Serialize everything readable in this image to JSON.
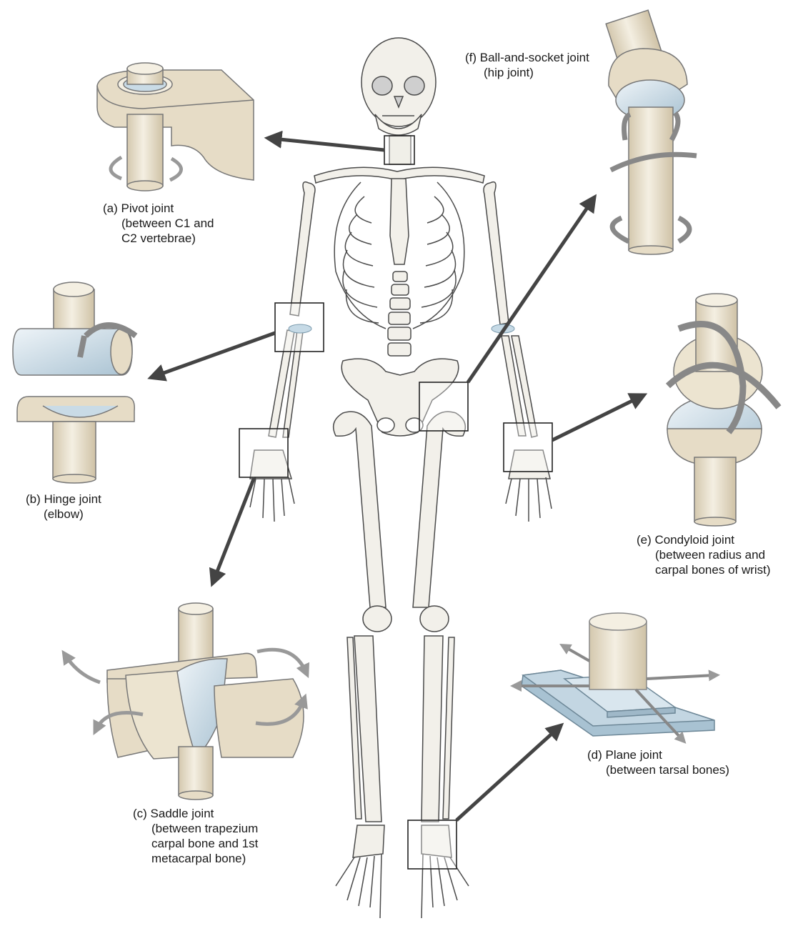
{
  "joints": {
    "pivot": {
      "lines": [
        "(a) Pivot joint",
        "(between C1 and",
        "C2 vertebrae)"
      ]
    },
    "hinge": {
      "lines": [
        "(b) Hinge joint",
        "(elbow)"
      ]
    },
    "saddle": {
      "lines": [
        "(c) Saddle joint",
        "(between trapezium",
        "carpal bone and 1st",
        "metacarpal bone)"
      ]
    },
    "plane": {
      "lines": [
        "(d) Plane joint",
        "(between tarsal bones)"
      ]
    },
    "condyloid": {
      "lines": [
        "(e) Condyloid joint",
        "(between radius and",
        "carpal bones of wrist)"
      ]
    },
    "ball": {
      "lines": [
        "(f) Ball-and-socket joint",
        "(hip joint)"
      ]
    }
  },
  "colors": {
    "bone_fill": "#ece6d6",
    "bone_stroke": "#4a4a4a",
    "model_fill": "#e6dcc6",
    "cartilage": "#c9dbe6",
    "arrow_dark": "#444444",
    "arrow_light": "#9a9a9a"
  }
}
